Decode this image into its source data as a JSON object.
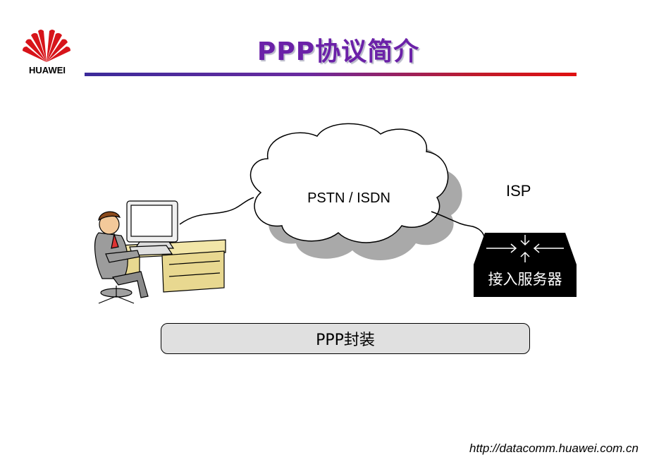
{
  "brand": {
    "name": "HUAWEI"
  },
  "slide": {
    "title": "PPP协议简介"
  },
  "diagram": {
    "cloud_label": "PSTN / ISDN",
    "isp_label": "ISP",
    "server_label": "接入服务器",
    "encapsulation_label": "PPP封装"
  },
  "footer": {
    "url": "http://datacomm.huawei.com.cn"
  },
  "colors": {
    "title": "#6b21a8",
    "accent_red": "#e01010",
    "accent_blue": "#3b2a9a",
    "cloud_shadow": "#a9a9a9"
  }
}
